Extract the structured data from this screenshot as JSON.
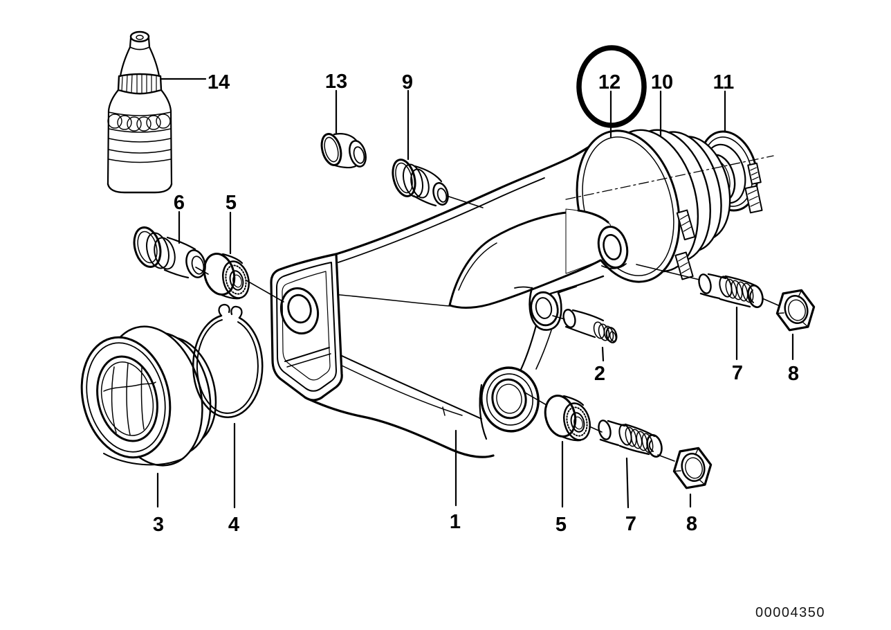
{
  "diagram": {
    "doc_number": "00004350",
    "background_color": "#ffffff",
    "line_color": "#000000",
    "highlight": {
      "shape": "ellipse",
      "color": "#d8161f",
      "circled_callout": "12"
    },
    "callouts": {
      "c1": {
        "label": "1"
      },
      "c2": {
        "label": "2"
      },
      "c3": {
        "label": "3"
      },
      "c4": {
        "label": "4"
      },
      "c5a": {
        "label": "5"
      },
      "c5b": {
        "label": "5"
      },
      "c6": {
        "label": "6"
      },
      "c7a": {
        "label": "7"
      },
      "c7b": {
        "label": "7"
      },
      "c8a": {
        "label": "8"
      },
      "c8b": {
        "label": "8"
      },
      "c9": {
        "label": "9"
      },
      "c10": {
        "label": "10"
      },
      "c11": {
        "label": "11"
      },
      "c12": {
        "label": "12"
      },
      "c13": {
        "label": "13"
      },
      "c14": {
        "label": "14"
      }
    }
  }
}
